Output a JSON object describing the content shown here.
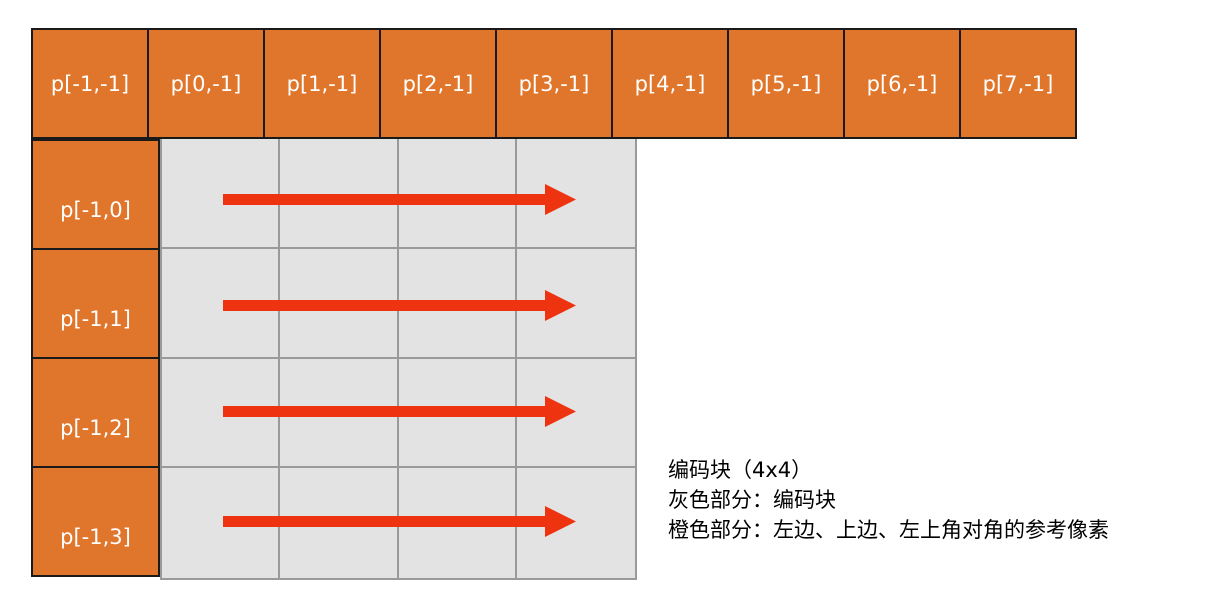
{
  "diagram": {
    "title": "intra-prediction-reference-pixels",
    "colors": {
      "orange": "#E0762C",
      "gray_block": "#E3E3E3",
      "gray_border": "#9A9A9A",
      "black_border": "#1A1A1A",
      "arrow_red": "#EE3311",
      "text_white": "#FFFFFF",
      "text_black": "#000000"
    },
    "top_row": {
      "name": "top-reference-row",
      "cells": [
        {
          "label": "p[-1,-1]"
        },
        {
          "label": "p[0,-1]"
        },
        {
          "label": "p[1,-1]"
        },
        {
          "label": "p[2,-1]"
        },
        {
          "label": "p[3,-1]"
        },
        {
          "label": "p[4,-1]"
        },
        {
          "label": "p[5,-1]"
        },
        {
          "label": "p[6,-1]"
        },
        {
          "label": "p[7,-1]"
        }
      ]
    },
    "left_column": {
      "name": "left-reference-column",
      "cells": [
        {
          "label": "p[-1,0]"
        },
        {
          "label": "p[-1,1]"
        },
        {
          "label": "p[-1,2]"
        },
        {
          "label": "p[-1,3]"
        }
      ]
    },
    "coding_block": {
      "name": "coding-block",
      "rows": 4,
      "cols": 4,
      "arrows": [
        {
          "row": 0,
          "direction": "right"
        },
        {
          "row": 1,
          "direction": "right"
        },
        {
          "row": 2,
          "direction": "right"
        },
        {
          "row": 3,
          "direction": "right"
        }
      ]
    },
    "legend": {
      "lines": [
        "编码块（4x4）",
        "灰色部分：编码块",
        "橙色部分：左边、上边、左上角对角的参考像素"
      ]
    }
  }
}
